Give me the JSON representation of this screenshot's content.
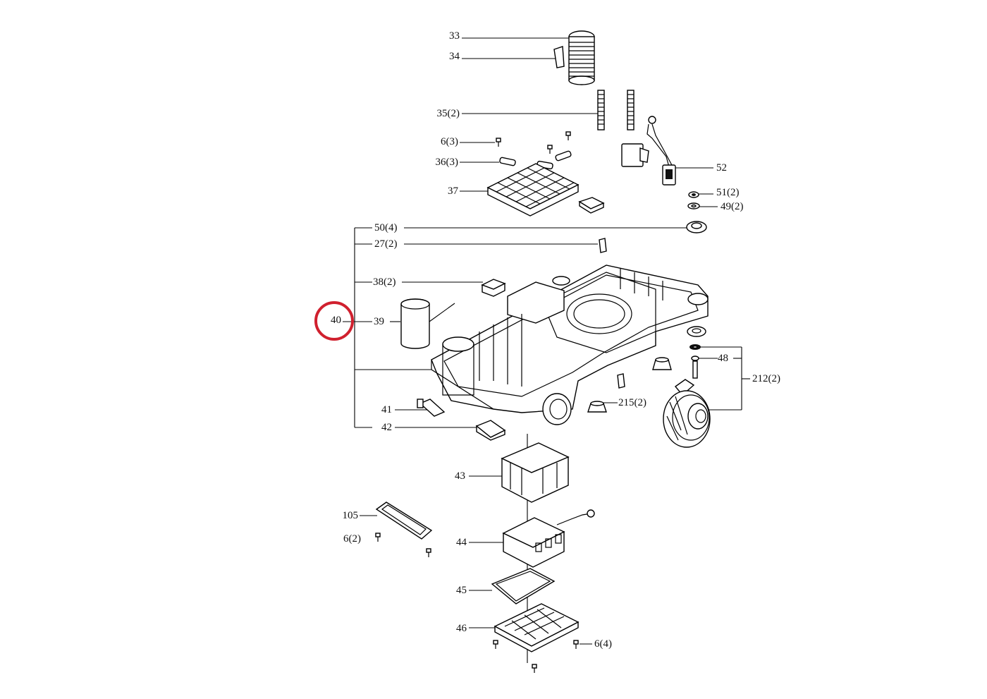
{
  "diagram": {
    "highlight_color": "#d0202e",
    "highlighted_label": "40",
    "callouts": {
      "c33": "33",
      "c34": "34",
      "c35": "35(2)",
      "c6a": "6(3)",
      "c36": "36(3)",
      "c37": "37",
      "c52": "52",
      "c51": "51(2)",
      "c49": "49(2)",
      "c50": "50(4)",
      "c27": "27(2)",
      "c38": "38(2)",
      "c40": "40",
      "c39": "39",
      "c48": "48",
      "c212": "212(2)",
      "c215": "215(2)",
      "c41": "41",
      "c42": "42",
      "c43": "43",
      "c105": "105",
      "c6b": "6(2)",
      "c44": "44",
      "c45": "45",
      "c46": "46",
      "c6c": "6(4)"
    }
  }
}
